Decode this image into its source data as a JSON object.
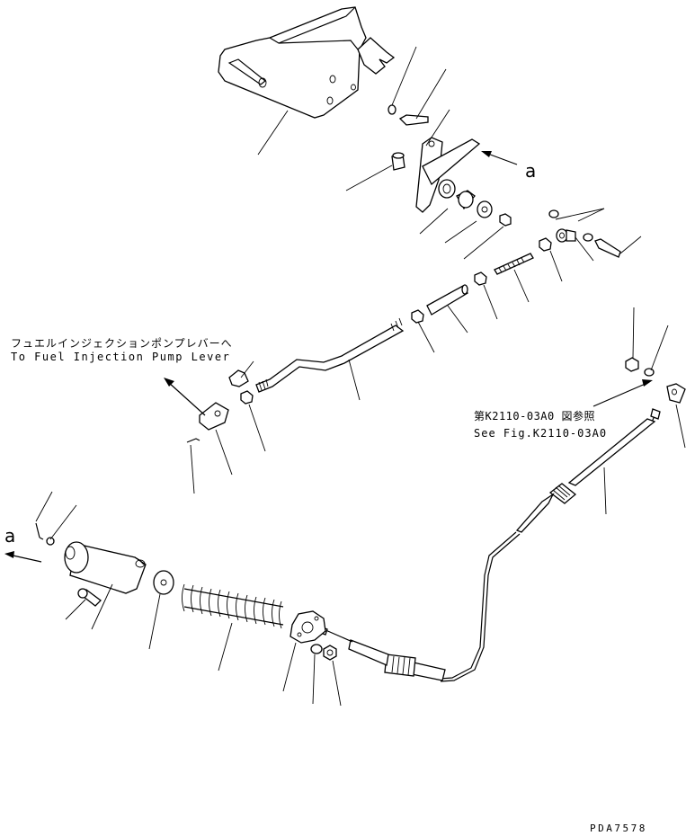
{
  "diagram": {
    "note_fuel_pump_jp": "フュエルインジェクションポンプレバーへ",
    "note_fuel_pump_en": "To Fuel Injection Pump Lever",
    "note_ref_jp": "第K2110-03A0 図参照",
    "note_ref_en": "See Fig.K2110-03A0",
    "marker_a_top": "a",
    "marker_a_left": "a",
    "drawing_code": "PDA7578"
  }
}
